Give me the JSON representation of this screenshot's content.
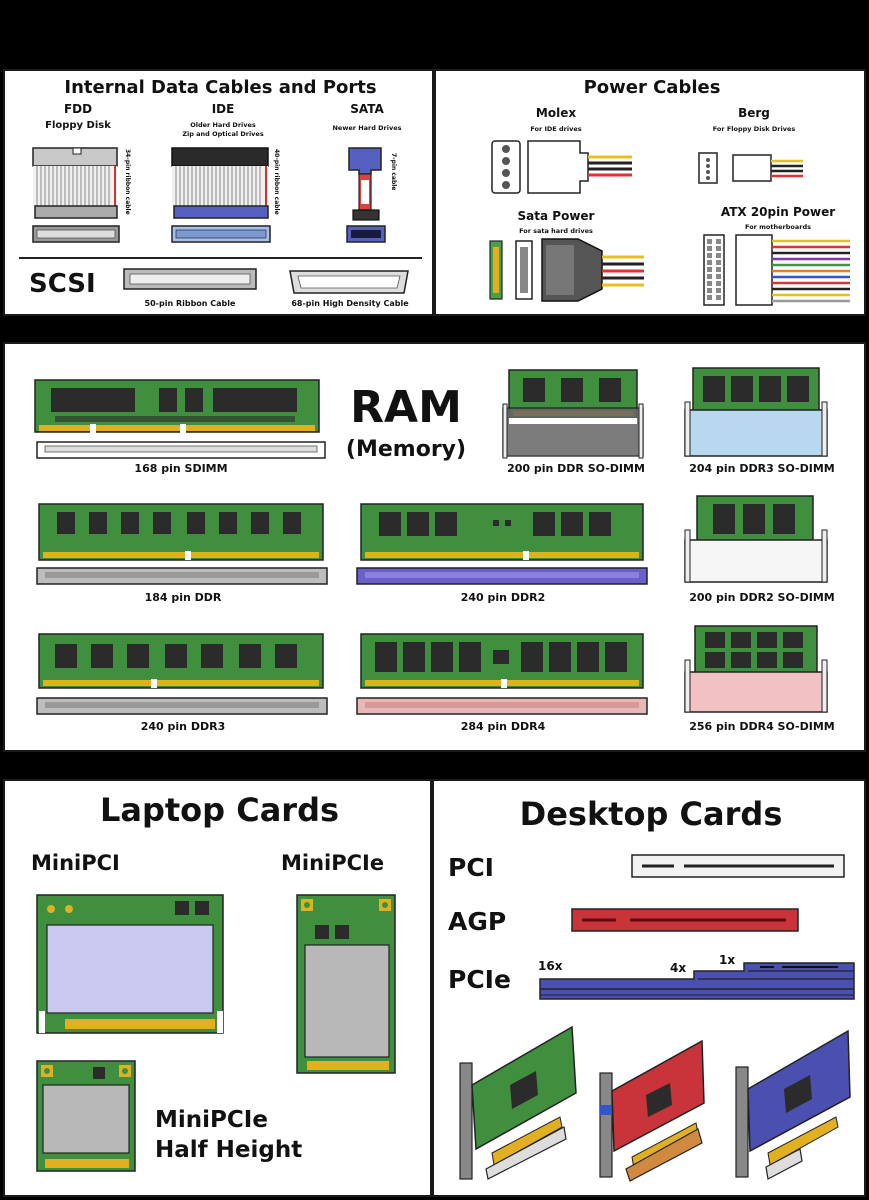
{
  "data_cables": {
    "title": "Internal Data Cables and Ports",
    "fdd": {
      "name": "FDD",
      "sub": "Floppy Disk",
      "cable_note": "34-pin ribbon cable"
    },
    "ide": {
      "name": "IDE",
      "sub1": "Older Hard Drives",
      "sub2": "Zip and Optical Drives",
      "cable_note": "40-pin ribbon cable"
    },
    "sata": {
      "name": "SATA",
      "sub": "Newer Hard Drives",
      "cable_note": "7-pin cable"
    },
    "scsi": {
      "name": "SCSI",
      "ribbon": "50-pin Ribbon Cable",
      "hd": "68-pin High Density Cable"
    }
  },
  "power_cables": {
    "title": "Power Cables",
    "molex": {
      "name": "Molex",
      "sub": "For IDE drives"
    },
    "berg": {
      "name": "Berg",
      "sub": "For Floppy Disk Drives"
    },
    "sata_power": {
      "name": "Sata Power",
      "sub": "For sata hard drives"
    },
    "atx": {
      "name": "ATX 20pin Power",
      "sub": "For motherboards"
    }
  },
  "ram": {
    "title": "RAM",
    "subtitle": "(Memory)",
    "modules": [
      {
        "label": "168 pin SDIMM"
      },
      {
        "label": "200 pin DDR SO-DIMM"
      },
      {
        "label": "204 pin DDR3 SO-DIMM"
      },
      {
        "label": "184 pin DDR"
      },
      {
        "label": "240 pin DDR2"
      },
      {
        "label": "200 pin DDR2 SO-DIMM"
      },
      {
        "label": "240 pin DDR3"
      },
      {
        "label": "284 pin DDR4"
      },
      {
        "label": "256 pin DDR4 SO-DIMM"
      }
    ]
  },
  "laptop_cards": {
    "title": "Laptop Cards",
    "minipci": "MiniPCI",
    "minipcie": "MiniPCIe",
    "half1": "MiniPCIe",
    "half2": "Half Height"
  },
  "desktop_cards": {
    "title": "Desktop Cards",
    "pci": "PCI",
    "agp": "AGP",
    "pcie": "PCIe",
    "x16": "16x",
    "x4": "4x",
    "x1": "1x"
  },
  "colors": {
    "pcb_green": "#3f8f3f",
    "chip": "#2b2b2b",
    "gold": "#e0b020",
    "agp_red": "#c8343a",
    "pcie_blue": "#4a4fb0",
    "ddr2_slot": "#6b5fc8",
    "ddr3so_slot": "#b8d8f0",
    "ddr4_slot": "#e8b8b8",
    "ddr4so_slot": "#f2c2c2"
  }
}
